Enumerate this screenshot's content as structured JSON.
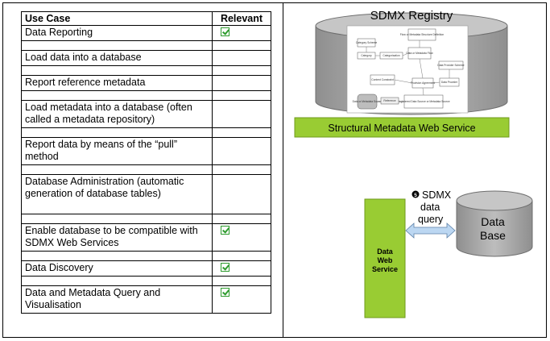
{
  "table": {
    "header_use_case": "Use Case",
    "header_relevant": "Relevant",
    "rows": [
      {
        "text": "Data Reporting",
        "relevant": true
      },
      {
        "text": "",
        "relevant": false
      },
      {
        "text": "Load data into a database",
        "relevant": false
      },
      {
        "text": "",
        "relevant": false
      },
      {
        "text": "Report reference metadata",
        "relevant": false
      },
      {
        "text": "",
        "relevant": false
      },
      {
        "text": "Load metadata into a database (often called a metadata repository)",
        "relevant": false
      },
      {
        "text": "",
        "relevant": false
      },
      {
        "text": "Report data by means of the “pull” method",
        "relevant": false
      },
      {
        "text": "",
        "relevant": false
      },
      {
        "text": "Database Administration (automatic generation of database tables)",
        "relevant": false
      },
      {
        "text": "",
        "relevant": false
      },
      {
        "text": "Enable database to be compatible with SDMX Web Services",
        "relevant": true
      },
      {
        "text": "",
        "relevant": false
      },
      {
        "text": "Data Discovery",
        "relevant": true
      },
      {
        "text": "",
        "relevant": false
      },
      {
        "text": "Data and Metadata  Query and Visualisation",
        "relevant": true
      }
    ]
  },
  "diagram": {
    "registry_title": "SDMX Registry",
    "structural_service": "Structural Metadata Web Service",
    "data_web_service": [
      "Data",
      "Web",
      "Service"
    ],
    "step_number": "5",
    "query_label": [
      "SDMX",
      "data",
      "query"
    ],
    "database": [
      "Data",
      "Base"
    ],
    "inner_boxes": [
      "Category Scheme",
      "Category",
      "Categorisation",
      "Data or Metadata Flow",
      "Data Provider Scheme",
      "Data Provider",
      "Provision Agreement",
      "Content Constraint",
      "Data or Metadata Source",
      "Registered Data Source or Metadata Source",
      "Flow or Metadata Structure Definition",
      "Reference"
    ],
    "colors": {
      "green": "#99cc33",
      "cylinder": "#a6a6a6",
      "arrow": "#bcd7f2"
    }
  }
}
